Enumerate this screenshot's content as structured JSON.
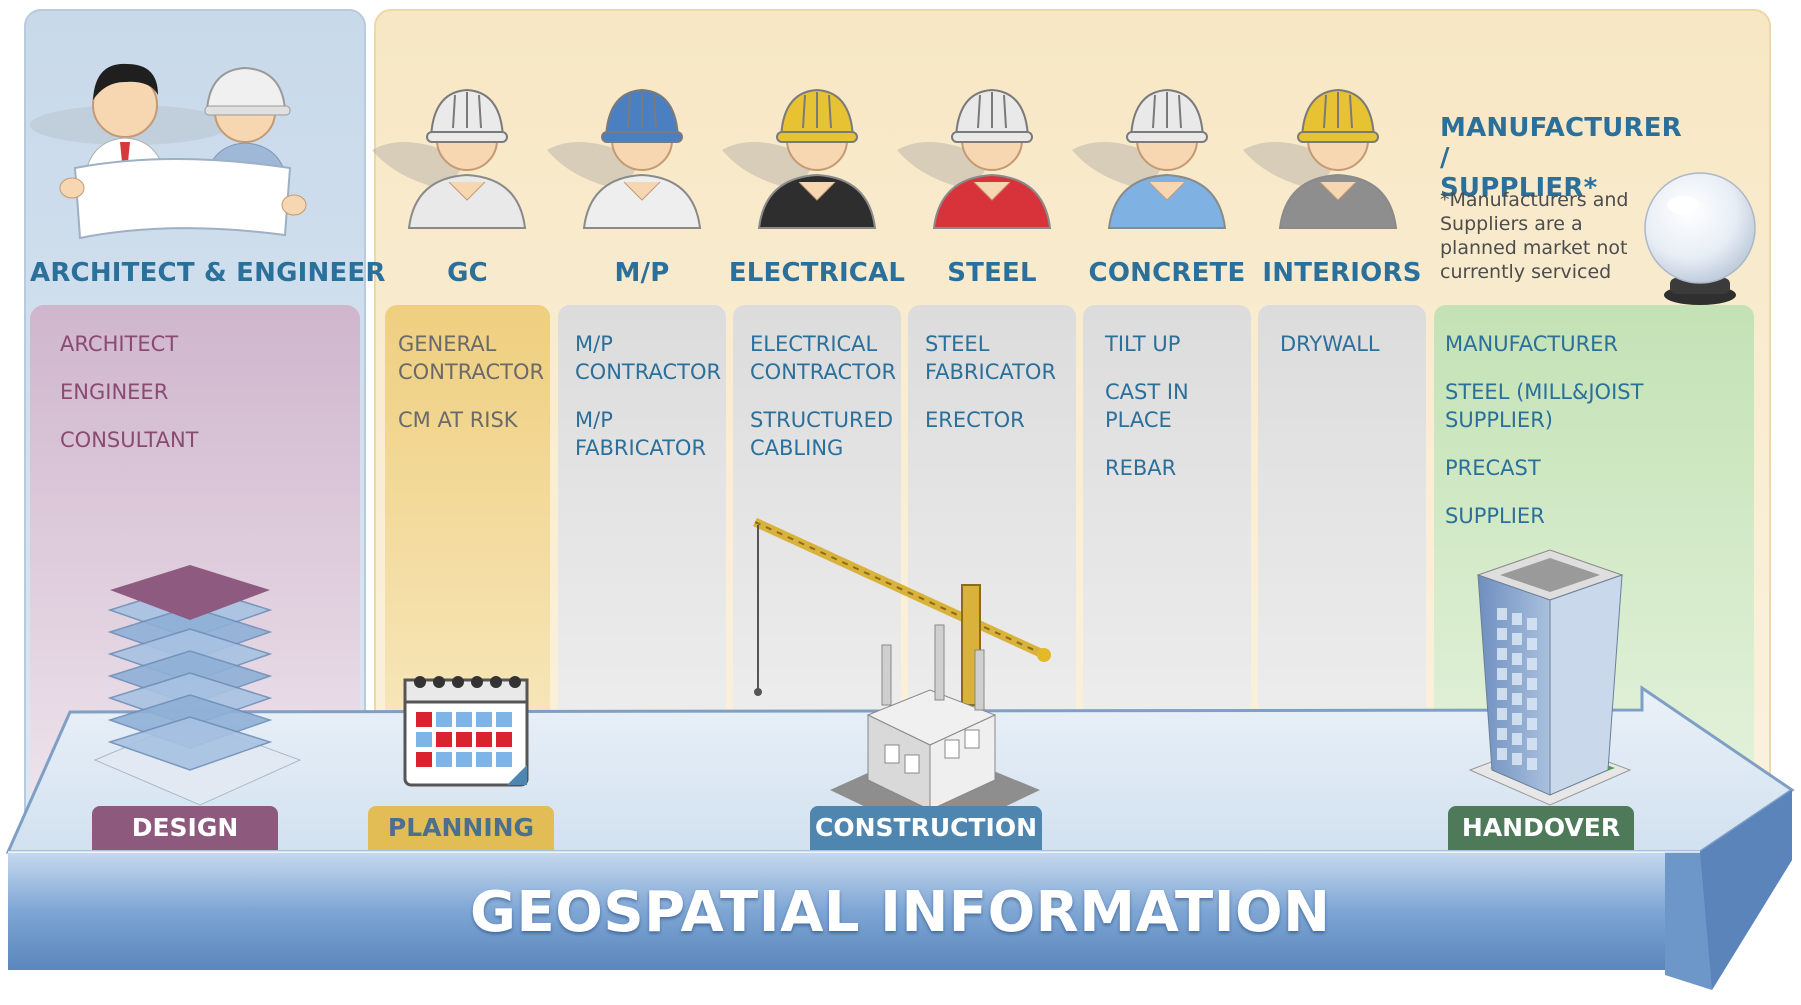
{
  "columns": [
    {
      "id": "ae",
      "title": "ARCHITECT & ENGINEER",
      "items": [
        "ARCHITECT",
        "ENGINEER",
        "CONSULTANT"
      ],
      "helmet": "#eeeeee",
      "shirt": "#e8e8ea"
    },
    {
      "id": "gc",
      "title": "GC",
      "items": [
        "GENERAL\nCONTRACTOR",
        "CM AT RISK"
      ],
      "helmet": "#eaeaea",
      "shirt": "#e9e9e9"
    },
    {
      "id": "mp",
      "title": "M/P",
      "items": [
        "M/P\nCONTRACTOR",
        "M/P\nFABRICATOR"
      ],
      "helmet": "#4a7fc1",
      "shirt": "#eeeeee"
    },
    {
      "id": "electrical",
      "title": "ELECTRICAL",
      "items": [
        "ELECTRICAL\nCONTRACTOR",
        "STRUCTURED\nCABLING"
      ],
      "helmet": "#e7c233",
      "shirt": "#2e2e2e"
    },
    {
      "id": "steel",
      "title": "STEEL",
      "items": [
        "STEEL\nFABRICATOR",
        "ERECTOR"
      ],
      "helmet": "#e9e9e9",
      "shirt": "#d8333b"
    },
    {
      "id": "concrete",
      "title": "CONCRETE",
      "items": [
        "TILT UP",
        "CAST IN\nPLACE",
        "REBAR"
      ],
      "helmet": "#e9e9e9",
      "shirt": "#7fb2e3"
    },
    {
      "id": "interiors",
      "title": "INTERIORS",
      "items": [
        "DRYWALL"
      ],
      "helmet": "#e7c233",
      "shirt": "#8e8e8e"
    },
    {
      "id": "manufacturer",
      "title": "MANUFACTURER /\nSUPPLIER*",
      "note": "*Manufacturers and\nSuppliers are a\nplanned market not\ncurrently serviced",
      "items": [
        "MANUFACTURER",
        "STEEL (MILL&JOIST SUPPLIER)",
        "PRECAST",
        "SUPPLIER"
      ]
    }
  ],
  "phases": [
    {
      "label": "DESIGN",
      "color": "#8d5a7e"
    },
    {
      "label": "PLANNING",
      "color": "#e2bc55"
    },
    {
      "label": "CONSTRUCTION",
      "color": "#4f86b0"
    },
    {
      "label": "HANDOVER",
      "color": "#4f7a5a"
    }
  ],
  "banner": "GEOSPATIAL INFORMATION",
  "colors": {
    "title": "#2b6f9b",
    "design_panel": "#c6d8ea",
    "main_panel": "#f6ead0",
    "gc_column": "#f0d58f",
    "manufacturer_column": "#cfe8c4",
    "purple_column": "#d9c4d8",
    "arrow": "#d7e5f3"
  }
}
